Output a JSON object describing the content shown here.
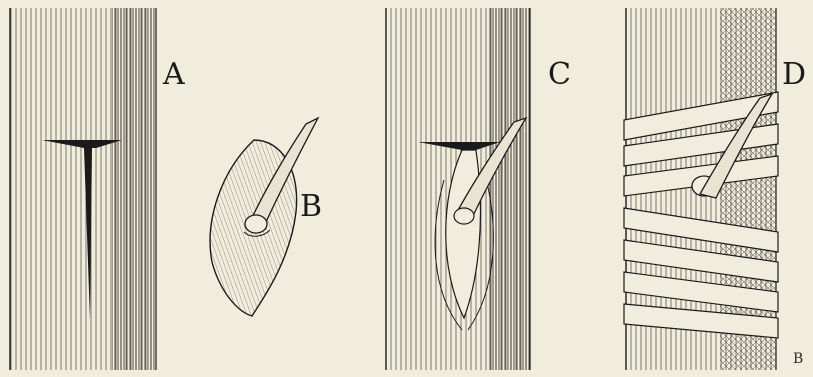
{
  "figure": {
    "labels": {
      "a": "A",
      "b": "B",
      "c": "C",
      "d": "D"
    },
    "engraver_mark": "B"
  },
  "colors": {
    "paper": "#f1eddc",
    "ink": "#1a1a1a",
    "shade": "#6f6a5d"
  }
}
